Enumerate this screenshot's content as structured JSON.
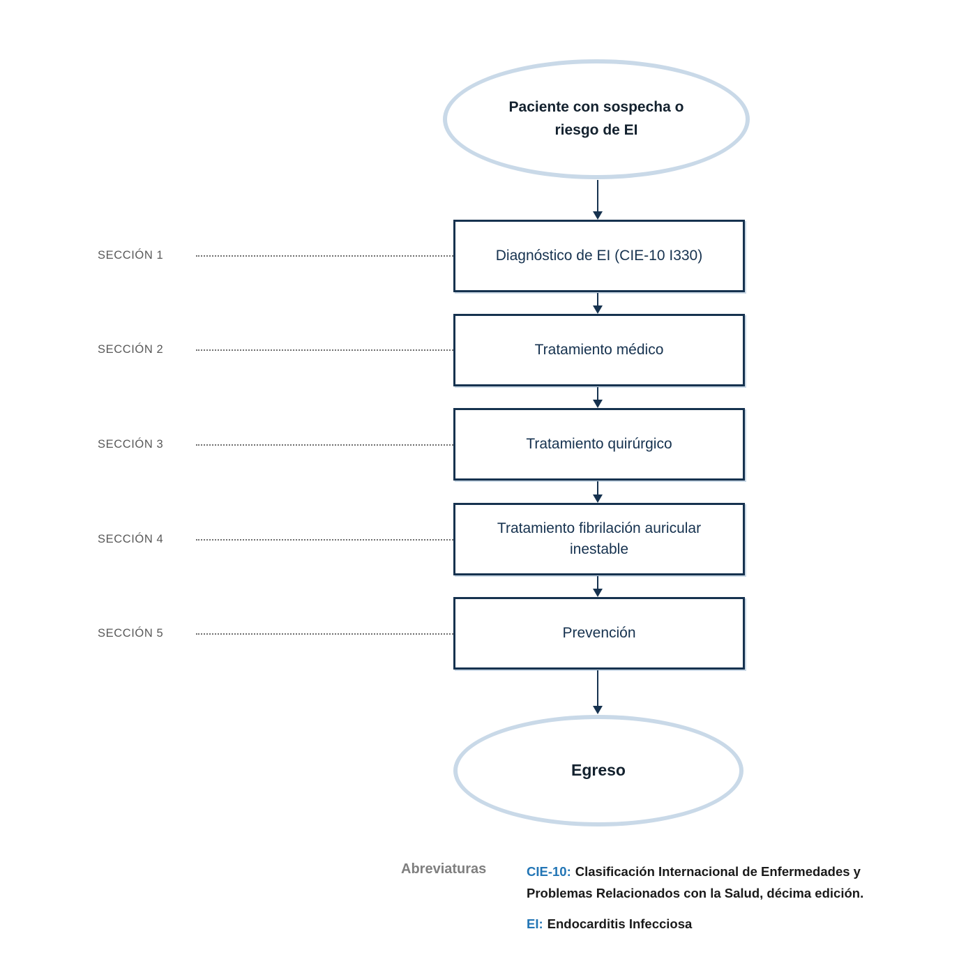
{
  "flowchart": {
    "start": {
      "label": "Paciente con sospecha o riesgo de EI"
    },
    "sections": [
      {
        "label": "SECCIÓN 1",
        "box": "Diagnóstico de EI (CIE-10 I330)"
      },
      {
        "label": "SECCIÓN 2",
        "box": "Tratamiento médico"
      },
      {
        "label": "SECCIÓN 3",
        "box": "Tratamiento quirúrgico"
      },
      {
        "label": "SECCIÓN 4",
        "box": "Tratamiento fibrilación auricular inestable"
      },
      {
        "label": "SECCIÓN 5",
        "box": "Prevención"
      }
    ],
    "end": {
      "label": "Egreso"
    }
  },
  "abbreviations": {
    "heading": "Abreviaturas",
    "items": [
      {
        "term": "CIE-10:",
        "definition": "Clasificación Internacional de Enfermedades y Problemas Relacionados con la Salud, décima edición."
      },
      {
        "term": "EI:",
        "definition": "Endocarditis Infecciosa"
      }
    ]
  },
  "colors": {
    "ellipse_border": "#c9d9e8",
    "box_border": "#16324f",
    "box_text": "#16324f",
    "arrow": "#16324f",
    "section_label": "#595959",
    "abbrev_heading": "#7f7f7f",
    "abbrev_term_blue": "#2275b5",
    "abbrev_text": "#1a1a1a"
  }
}
